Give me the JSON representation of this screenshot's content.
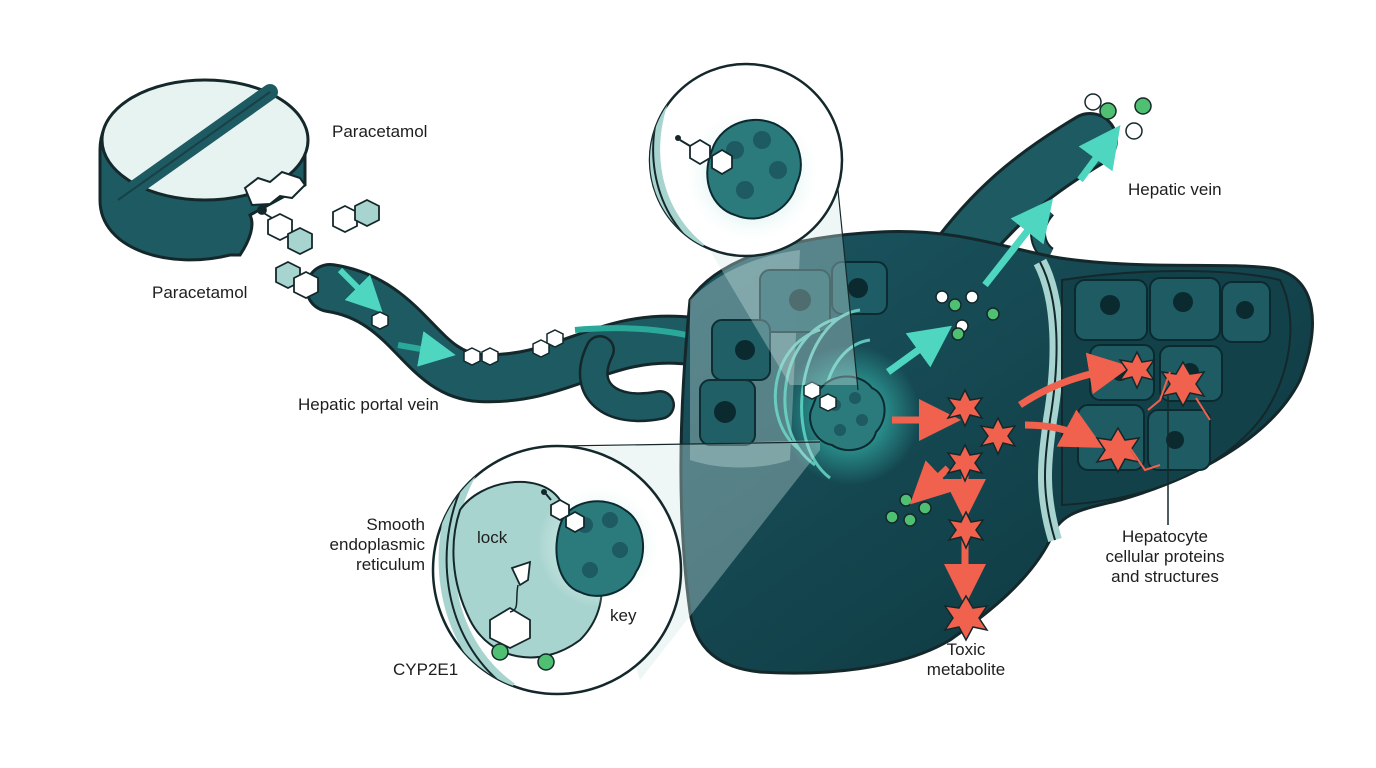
{
  "labels": {
    "paracetamol_top": "Paracetamol",
    "paracetamol_left": "Paracetamol",
    "hepatic_portal_vein": "Hepatic portal vein",
    "hepatic_vein": "Hepatic vein",
    "smooth_er": [
      "Smooth",
      "endoplasmic",
      "reticulum"
    ],
    "lock": "lock",
    "key": "key",
    "cyp2e1": "CYP2E1",
    "toxic_metabolite": [
      "Toxic",
      "metabolite"
    ],
    "hepatocyte": [
      "Hepatocyte",
      "cellular proteins",
      "and structures"
    ]
  },
  "colors": {
    "teal_dark": "#0f3d44",
    "teal_mid": "#1f6d72",
    "teal_light": "#a8d4cf",
    "glow": "#5ff0dc",
    "arrow_teal": "#4fd6c0",
    "toxic_red": "#f0624d",
    "green_metabolite": "#4fbf72",
    "outline": "#14282b"
  },
  "icons": [
    "tablet-icon",
    "molecule-icon",
    "enzyme-icon",
    "toxic-star-icon",
    "cell-icon"
  ]
}
